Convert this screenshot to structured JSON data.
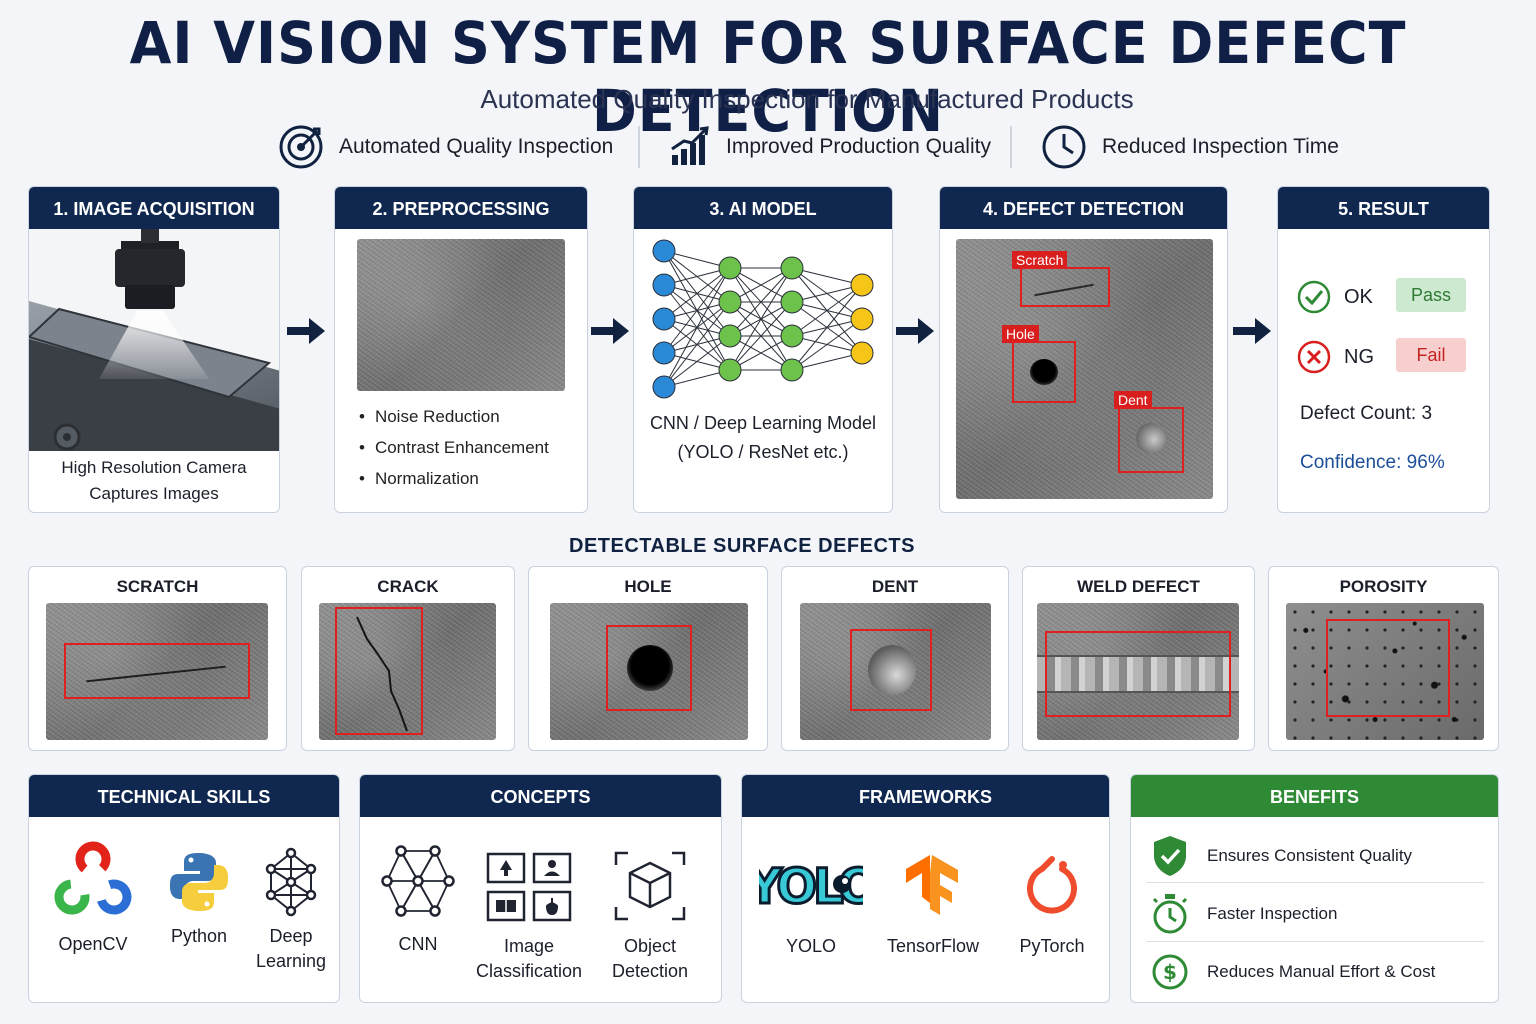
{
  "title": "AI VISION SYSTEM FOR SURFACE DEFECT DETECTION",
  "subtitle": "Automated Quality Inspection for Manufactured Products",
  "highlights": [
    {
      "icon": "target-icon",
      "label": "Automated Quality Inspection"
    },
    {
      "icon": "bar-chart-growth-icon",
      "label": "Improved Production Quality"
    },
    {
      "icon": "clock-icon",
      "label": "Reduced Inspection Time"
    }
  ],
  "steps": {
    "acquisition": {
      "title": "1. IMAGE ACQUISITION",
      "caption_line1": "High Resolution Camera",
      "caption_line2": "Captures Images"
    },
    "preprocessing": {
      "title": "2. PREPROCESSING",
      "bullets": [
        "Noise Reduction",
        "Contrast Enhancement",
        "Normalization"
      ]
    },
    "model": {
      "title": "3. AI MODEL",
      "caption_line1": "CNN / Deep Learning Model",
      "caption_line2": "(YOLO / ResNet etc.)"
    },
    "detection": {
      "title": "4. DEFECT DETECTION",
      "labels": [
        "Scratch",
        "Hole",
        "Dent"
      ]
    },
    "result": {
      "title": "5. RESULT",
      "ok_label": "OK",
      "pass_label": "Pass",
      "ng_label": "NG",
      "fail_label": "Fail",
      "defect_count": "Defect Count: 3",
      "confidence": "Confidence: 96%"
    }
  },
  "defects_section": {
    "title": "DETECTABLE SURFACE DEFECTS",
    "items": [
      "SCRATCH",
      "CRACK",
      "HOLE",
      "DENT",
      "WELD DEFECT",
      "POROSITY"
    ]
  },
  "technical_skills": {
    "title": "TECHNICAL SKILLS",
    "items": [
      {
        "icon": "opencv-logo-icon",
        "label": "OpenCV"
      },
      {
        "icon": "python-logo-icon",
        "label": "Python"
      },
      {
        "icon": "network-icon",
        "label_line1": "Deep",
        "label_line2": "Learning"
      }
    ]
  },
  "concepts": {
    "title": "CONCEPTS",
    "items": [
      {
        "icon": "neural-network-icon",
        "label": "CNN"
      },
      {
        "icon": "image-grid-icon",
        "label_line1": "Image",
        "label_line2": "Classification"
      },
      {
        "icon": "cube-detection-icon",
        "label_line1": "Object",
        "label_line2": "Detection"
      }
    ]
  },
  "frameworks": {
    "title": "FRAMEWORKS",
    "items": [
      {
        "icon": "yolo-logo-icon",
        "label": "YOLO"
      },
      {
        "icon": "tensorflow-logo-icon",
        "label": "TensorFlow"
      },
      {
        "icon": "pytorch-logo-icon",
        "label": "PyTorch"
      }
    ]
  },
  "benefits": {
    "title": "BENEFITS",
    "items": [
      {
        "icon": "shield-check-icon",
        "label": "Ensures Consistent Quality"
      },
      {
        "icon": "stopwatch-icon",
        "label": "Faster Inspection"
      },
      {
        "icon": "dollar-coin-icon",
        "label": "Reduces Manual Effort & Cost"
      }
    ]
  },
  "colors": {
    "navy": "#10284f",
    "green": "#2f8a35",
    "red": "#d91e1e",
    "blue_node": "#2a8ad8",
    "green_node": "#6cc24a",
    "yellow_node": "#f5c518"
  }
}
